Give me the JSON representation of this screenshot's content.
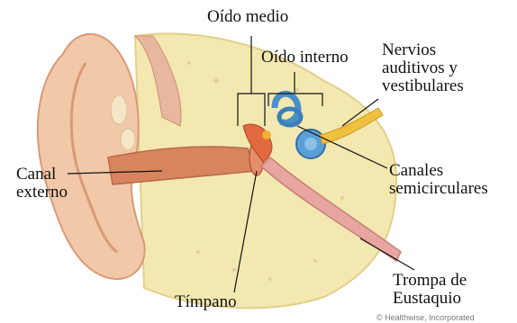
{
  "labels": {
    "oido_medio": "Oído medio",
    "oido_interno": "Oído interno",
    "nervios": [
      "Nervios",
      "auditivos y",
      "vestibulares"
    ],
    "canal_externo": [
      "Canal",
      "externo"
    ],
    "canales_semicirculares": [
      "Canales",
      "semicirculares"
    ],
    "timpano": "Tímpano",
    "trompa": [
      "Trompa de",
      "Eustaquio"
    ]
  },
  "credit": "© Healthwise, Incorporated",
  "colors": {
    "skin": "#f1c9a8",
    "skin_shadow": "#d99a78",
    "bone": "#f3e8b0",
    "bone_dark": "#e2d08a",
    "canal": "#d8845f",
    "inner_ear_blue": "#4a90c8",
    "nerve": "#f0c040",
    "tube": "#e7a7a0"
  }
}
